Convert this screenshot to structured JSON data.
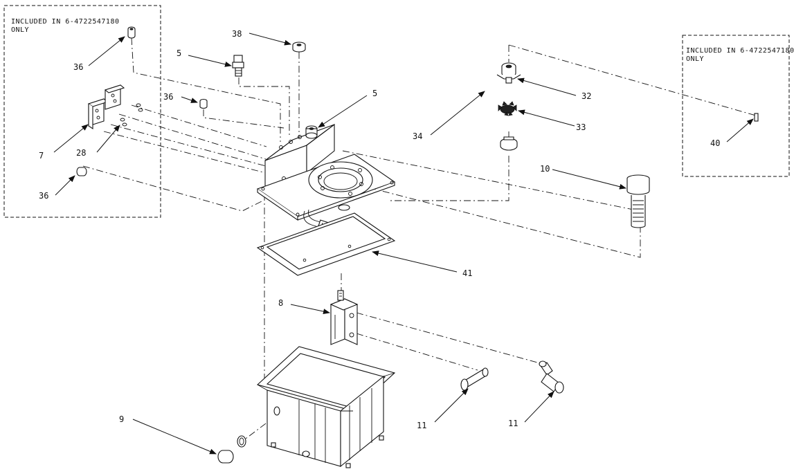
{
  "notes": {
    "left": [
      "INCLUDED IN 6-4722547180",
      "ONLY"
    ],
    "right": [
      "INCLUDED IN 6-4722547180",
      "ONLY"
    ]
  },
  "callouts": [
    {
      "id": "36-top-left",
      "text": "36"
    },
    {
      "id": "5-left",
      "text": "5"
    },
    {
      "id": "38",
      "text": "38"
    },
    {
      "id": "36-mid",
      "text": "36"
    },
    {
      "id": "5-right",
      "text": "5"
    },
    {
      "id": "7",
      "text": "7"
    },
    {
      "id": "28",
      "text": "28"
    },
    {
      "id": "36-bottom-left",
      "text": "36"
    },
    {
      "id": "32",
      "text": "32"
    },
    {
      "id": "33",
      "text": "33"
    },
    {
      "id": "34",
      "text": "34"
    },
    {
      "id": "40",
      "text": "40"
    },
    {
      "id": "10",
      "text": "10"
    },
    {
      "id": "41",
      "text": "41"
    },
    {
      "id": "8",
      "text": "8"
    },
    {
      "id": "9",
      "text": "9"
    },
    {
      "id": "11-left",
      "text": "11"
    },
    {
      "id": "11-right",
      "text": "11"
    }
  ]
}
